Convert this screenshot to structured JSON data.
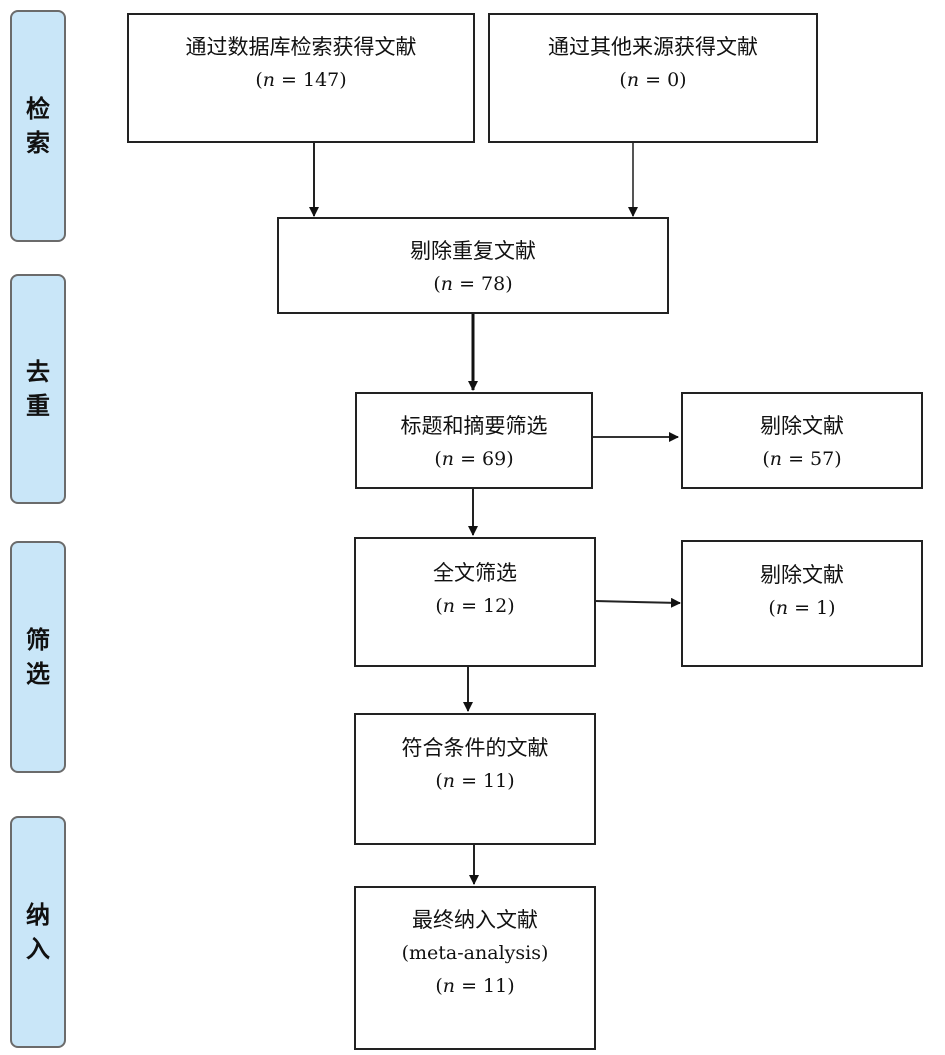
{
  "stages": [
    {
      "id": "search",
      "label": "检索"
    },
    {
      "id": "dedup",
      "label": "去重"
    },
    {
      "id": "screen",
      "label": "筛选"
    },
    {
      "id": "include",
      "label": "纳入"
    }
  ],
  "boxes": {
    "database": {
      "title": "通过数据库检索获得文献",
      "n": "147"
    },
    "other": {
      "title": "通过其他来源获得文献",
      "n": "0"
    },
    "dedup": {
      "title": "剔除重复文献",
      "n": "78"
    },
    "title_abstract": {
      "title": "标题和摘要筛选",
      "n": "69"
    },
    "excluded_1": {
      "title": "剔除文献",
      "n": "57"
    },
    "fulltext": {
      "title": "全文筛选",
      "n": "12"
    },
    "excluded_2": {
      "title": "剔除文献",
      "n": "1"
    },
    "eligible": {
      "title": "符合条件的文献",
      "n": "11"
    },
    "included": {
      "title": "最终纳入文献",
      "subtitle": "(meta-analysis)",
      "n": "11"
    }
  },
  "n_label": "n",
  "colors": {
    "stage_fill": "#c9e6f8",
    "stage_border": "#6b6b6b",
    "box_border": "#222222"
  }
}
